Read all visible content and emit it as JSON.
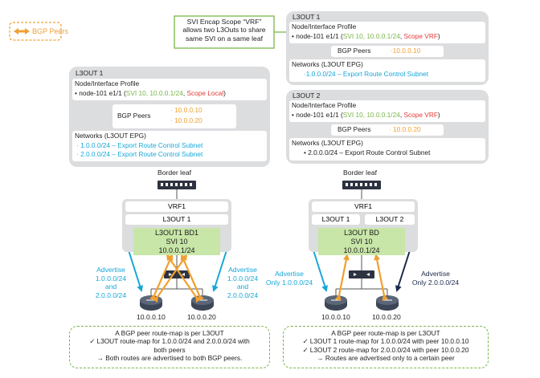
{
  "legend": {
    "label": "BGP Peers"
  },
  "callout": {
    "line1": "SVI Encap Scope “VRF”",
    "line2": "allows two L3Outs to share",
    "line3": "same SVI on a same leaf"
  },
  "left": {
    "l3out": {
      "title": "L3OUT 1",
      "profile_label": "Node/Interface Profile",
      "node_prefix": "• node-101 e1/1 (",
      "svi": "SVI 10, 10.0.0.1/24",
      "sep": ", ",
      "scope": "Scope Local",
      "close": ")",
      "bgp_label": "BGP Peers",
      "bgp_peer1": "· 10.0.0.10",
      "bgp_peer2": "· 10.0.0.20",
      "networks_label": "Networks (L3OUT EPG)",
      "net1": "· 1.0.0.0/24 – Export Route Control Subnet",
      "net2": "· 2.0.0.0/24 – Export Route Control Subnet"
    },
    "border_leaf": "Border leaf",
    "vrf": "VRF1",
    "l3out_tab": "L3OUT 1",
    "bd_name": "L3OUT1 BD1",
    "bd_svi": "SVI 10",
    "bd_ip": "10.0.0.1/24",
    "adv_left": [
      "Advertise",
      "1.0.0.0/24",
      "and",
      "2.0.0.0/24"
    ],
    "adv_right": [
      "Advertise",
      "1.0.0.0/24",
      "and",
      "2.0.0.0/24"
    ],
    "router1": "10.0.0.10",
    "router2": "10.0.0.20",
    "note": [
      "A BGP peer route-map is per L3OUT",
      "✓ L3OUT route-map for 1.0.0.0/24 and 2.0.0.0/24 with",
      "both peers",
      "→ Both routes are advertised to both BGP peers."
    ]
  },
  "right": {
    "l3out1": {
      "title": "L3OUT 1",
      "profile_label": "Node/Interface Profile",
      "node_prefix": "• node-101 e1/1 (",
      "svi": "SVI 10, 10.0.0.1/24",
      "sep": ", ",
      "scope": "Scope VRF",
      "close": ")",
      "bgp_label": "BGP Peers",
      "bgp_peer": "·10.0.0.10",
      "networks_label": "Networks (L3OUT EPG)",
      "net1": "·1.0.0.0/24 – Export Route Control Subnet"
    },
    "l3out2": {
      "title": "L3OUT 2",
      "profile_label": "Node/Interface Profile",
      "node_prefix": "• node-101 e1/1 (",
      "svi": "SVI 10, 10.0.0.1/24",
      "sep": ", ",
      "scope": "Scope VRF",
      "close": ")",
      "bgp_label": "BGP Peers",
      "bgp_peer": "· 10.0.0.20",
      "networks_label": "Networks (L3OUT EPG)",
      "net1": "• 2.0.0.0/24 – Export Route Control Subnet"
    },
    "border_leaf": "Border leaf",
    "vrf": "VRF1",
    "l3out_tab1": "L3OUT 1",
    "l3out_tab2": "L3OUT 2",
    "bd_name": "L3OUT BD",
    "bd_svi": "SVI 10",
    "bd_ip": "10.0.0.1/24",
    "adv_left": [
      "Advertise",
      "Only 1.0.0.0/24"
    ],
    "adv_right": [
      "Advertise",
      "Only 2.0.0.0/24"
    ],
    "router1": "10.0.0.10",
    "router2": "10.0.0.20",
    "note": [
      "A BGP peer route-map is per L3OUT",
      "✓ L3OUT 1 route-map for 1.0.0.0/24 with peer 10.0.0.10",
      "✓ L3OUT 2 route-map for 2.0.0.0/24 with peer 10.0.0.20",
      "→ Routes are advertised only to a certain peer"
    ]
  },
  "colors": {
    "card": "#dcdddf",
    "bd": "#c8e6a8",
    "orange": "#f0a030",
    "cyan": "#17a7d8",
    "navy": "#1b2a4a",
    "green": "#7ab648",
    "red": "#e53935"
  }
}
